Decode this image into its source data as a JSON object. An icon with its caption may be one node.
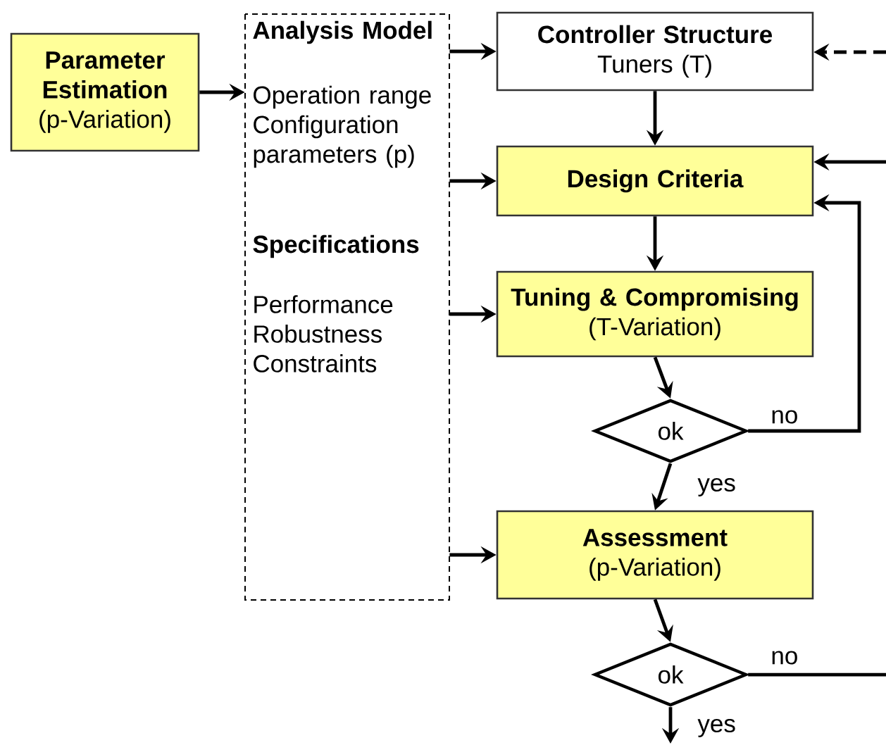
{
  "diagram": {
    "nodes": [
      {
        "text": [
          "Parameter Estimation",
          "(p-Variation)"
        ]
      },
      {
        "text": [
          "Analysis Model",
          "Operation range Configuration parameters (p)",
          "Specifications",
          "Performance Robustness Constraints"
        ]
      },
      {
        "text": [
          "Controller Structure",
          "Tuners (T)"
        ]
      },
      {
        "text": [
          "Design Criteria"
        ]
      },
      {
        "text": [
          "Tuning & Compromising",
          "(T-Variation)"
        ]
      },
      {
        "text": [
          "ok"
        ]
      },
      {
        "text": [
          "Assessment",
          "(p-Variation)"
        ]
      },
      {
        "text": [
          "ok"
        ]
      }
    ],
    "edges": [
      {
        "from": 0,
        "to": 1,
        "arrow": "to"
      },
      {
        "from": 1,
        "to": 2,
        "arrow": "to"
      },
      {
        "from": 1,
        "to": 3,
        "arrow": "to"
      },
      {
        "from": 1,
        "to": 4,
        "arrow": "to"
      },
      {
        "from": 1,
        "to": 6,
        "arrow": "to"
      },
      {
        "from": null,
        "to": 2,
        "arrow": "to",
        "style": "dashed"
      },
      {
        "from": 2,
        "to": 3,
        "arrow": "to"
      },
      {
        "from": null,
        "to": 3,
        "arrow": "to"
      },
      {
        "from": 3,
        "to": 4,
        "arrow": "to"
      },
      {
        "from": 4,
        "to": 5,
        "arrow": "to"
      },
      {
        "from": 5,
        "to": 3,
        "arrow": "to",
        "label": "no"
      },
      {
        "from": 5,
        "to": 6,
        "arrow": "to",
        "label": "yes"
      },
      {
        "from": 6,
        "to": 7,
        "arrow": "to"
      },
      {
        "from": 7,
        "to": null,
        "arrow": "none",
        "label": "no"
      },
      {
        "from": 7,
        "to": null,
        "arrow": "to",
        "label": "yes"
      }
    ]
  }
}
